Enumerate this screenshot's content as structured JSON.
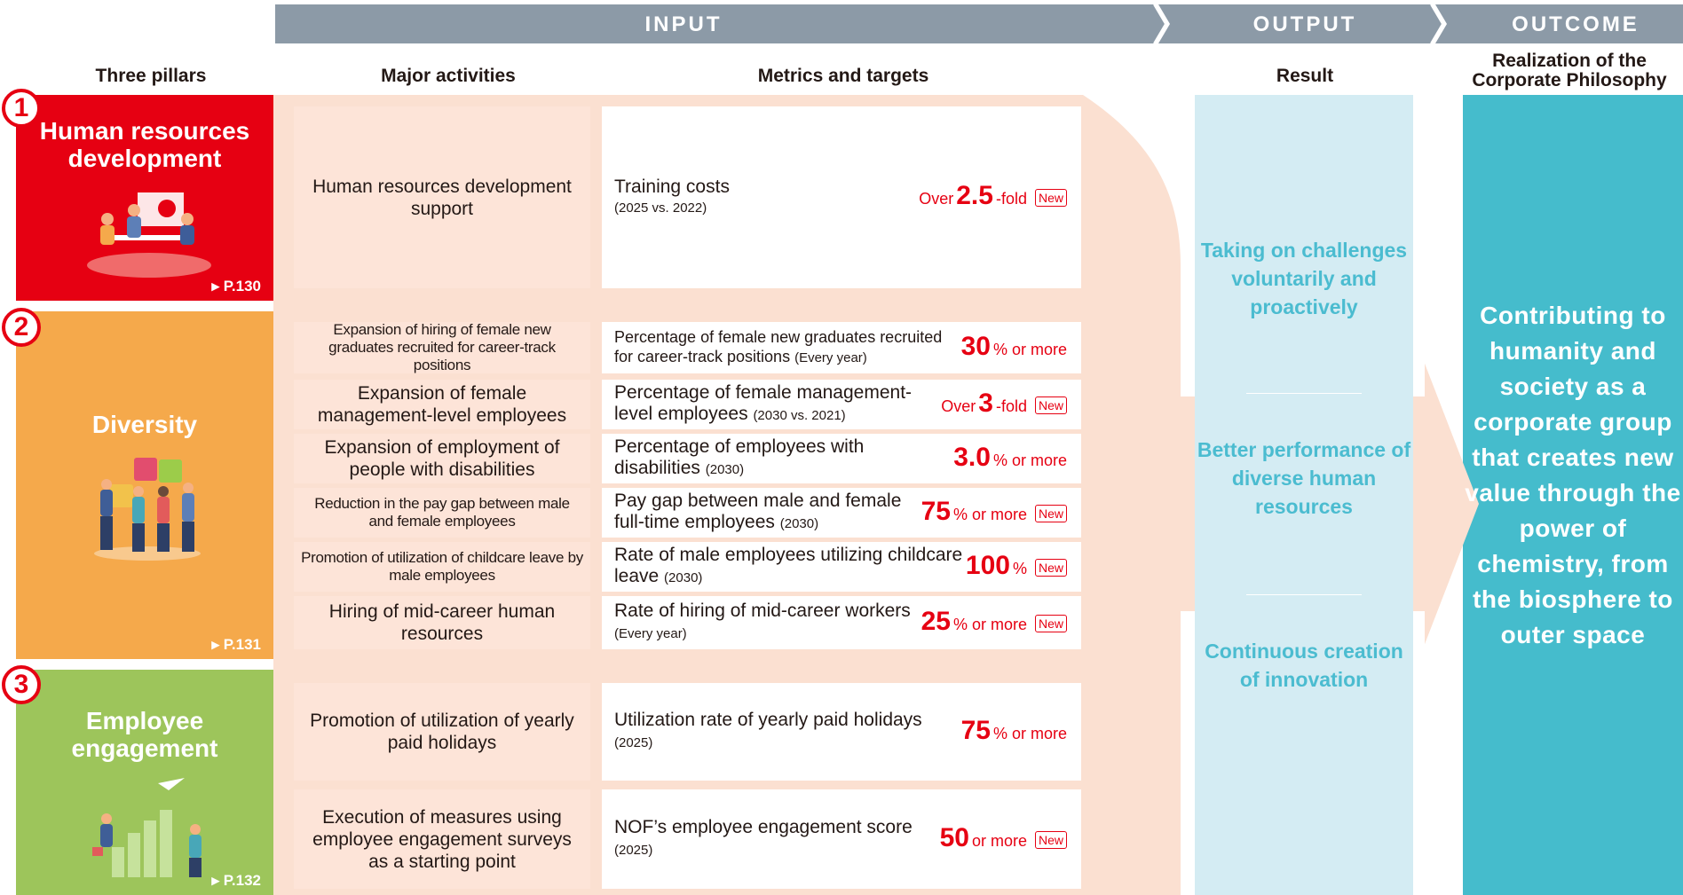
{
  "band": {
    "input": "INPUT",
    "output": "OUTPUT",
    "outcome": "OUTCOME"
  },
  "headers": {
    "pillars": "Three pillars",
    "activities": "Major activities",
    "metrics": "Metrics and targets",
    "result": "Result",
    "outcome_line1": "Realization of the",
    "outcome_line2": "Corporate Philosophy"
  },
  "pillars": [
    {
      "num": "1",
      "title_line1": "Human resources",
      "title_line2": "development",
      "page": "▸ P.130",
      "color": "#e60012"
    },
    {
      "num": "2",
      "title_line1": "Diversity",
      "title_line2": "",
      "page": "▸ P.131",
      "color": "#f5a94b"
    },
    {
      "num": "3",
      "title_line1": "Employee",
      "title_line2": "engagement",
      "page": "▸ P.132",
      "color": "#9dc55b"
    }
  ],
  "rows": [
    {
      "activity": "Human resources development support",
      "metric": "Training costs",
      "metric_sub": "(2025 vs. 2022)",
      "pre": "Over ",
      "value": "2.5",
      "suffix": "-fold",
      "new": "New"
    },
    {
      "activity": "Expansion of hiring of female new graduates recruited for career-track positions",
      "metric": "Percentage of female new graduates recruited for career-track positions",
      "metric_sub": "(Every year)",
      "pre": "",
      "value": "30",
      "suffix": "% or more",
      "new": ""
    },
    {
      "activity": "Expansion of female management-level employees",
      "metric": "Percentage of female management-level employees",
      "metric_sub": "(2030 vs. 2021)",
      "pre": "Over ",
      "value": "3",
      "suffix": "-fold",
      "new": "New"
    },
    {
      "activity": "Expansion of employment of people with disabilities",
      "metric": "Percentage of employees with disabilities",
      "metric_sub": "(2030)",
      "pre": "",
      "value": "3.0",
      "suffix": "% or more",
      "new": ""
    },
    {
      "activity": "Reduction in the pay gap between male and female employees",
      "metric": "Pay gap between male and female full-time employees",
      "metric_sub": "(2030)",
      "pre": "",
      "value": "75",
      "suffix": "% or more",
      "new": "New"
    },
    {
      "activity": "Promotion of utilization of childcare leave by male employees",
      "metric": "Rate of male employees utilizing childcare leave",
      "metric_sub": "(2030)",
      "pre": "",
      "value": "100",
      "suffix": "%",
      "new": "New"
    },
    {
      "activity": "Hiring of mid-career human resources",
      "metric": "Rate of hiring of mid-career workers",
      "metric_sub": "(Every year)",
      "pre": "",
      "value": "25",
      "suffix": "% or more",
      "new": "New"
    },
    {
      "activity": "Promotion of utilization of yearly paid holidays",
      "metric": "Utilization rate of yearly paid holidays",
      "metric_sub": "(2025)",
      "pre": "",
      "value": "75",
      "suffix": "% or more",
      "new": ""
    },
    {
      "activity": "Execution of measures using employee engagement surveys as a starting point",
      "metric": "NOF’s employee engagement score",
      "metric_sub": "(2025)",
      "pre": "",
      "value": "50",
      "suffix": " or more",
      "new": "New"
    }
  ],
  "results": [
    "Taking on challenges voluntarily and proactively",
    "Better performance of diverse human resources",
    "Continuous creation of innovation"
  ],
  "outcome": "Contributing to humanity and society as a corporate group that creates new value through the power of chemistry, from the biosphere to outer space",
  "colors": {
    "band": "#8c9aa7",
    "arrow_bg": "#fbe0d1",
    "result_bg": "#d4ecf3",
    "result_text": "#4bbcd0",
    "outcome_bg": "#45bccc",
    "target_red": "#e60012"
  }
}
